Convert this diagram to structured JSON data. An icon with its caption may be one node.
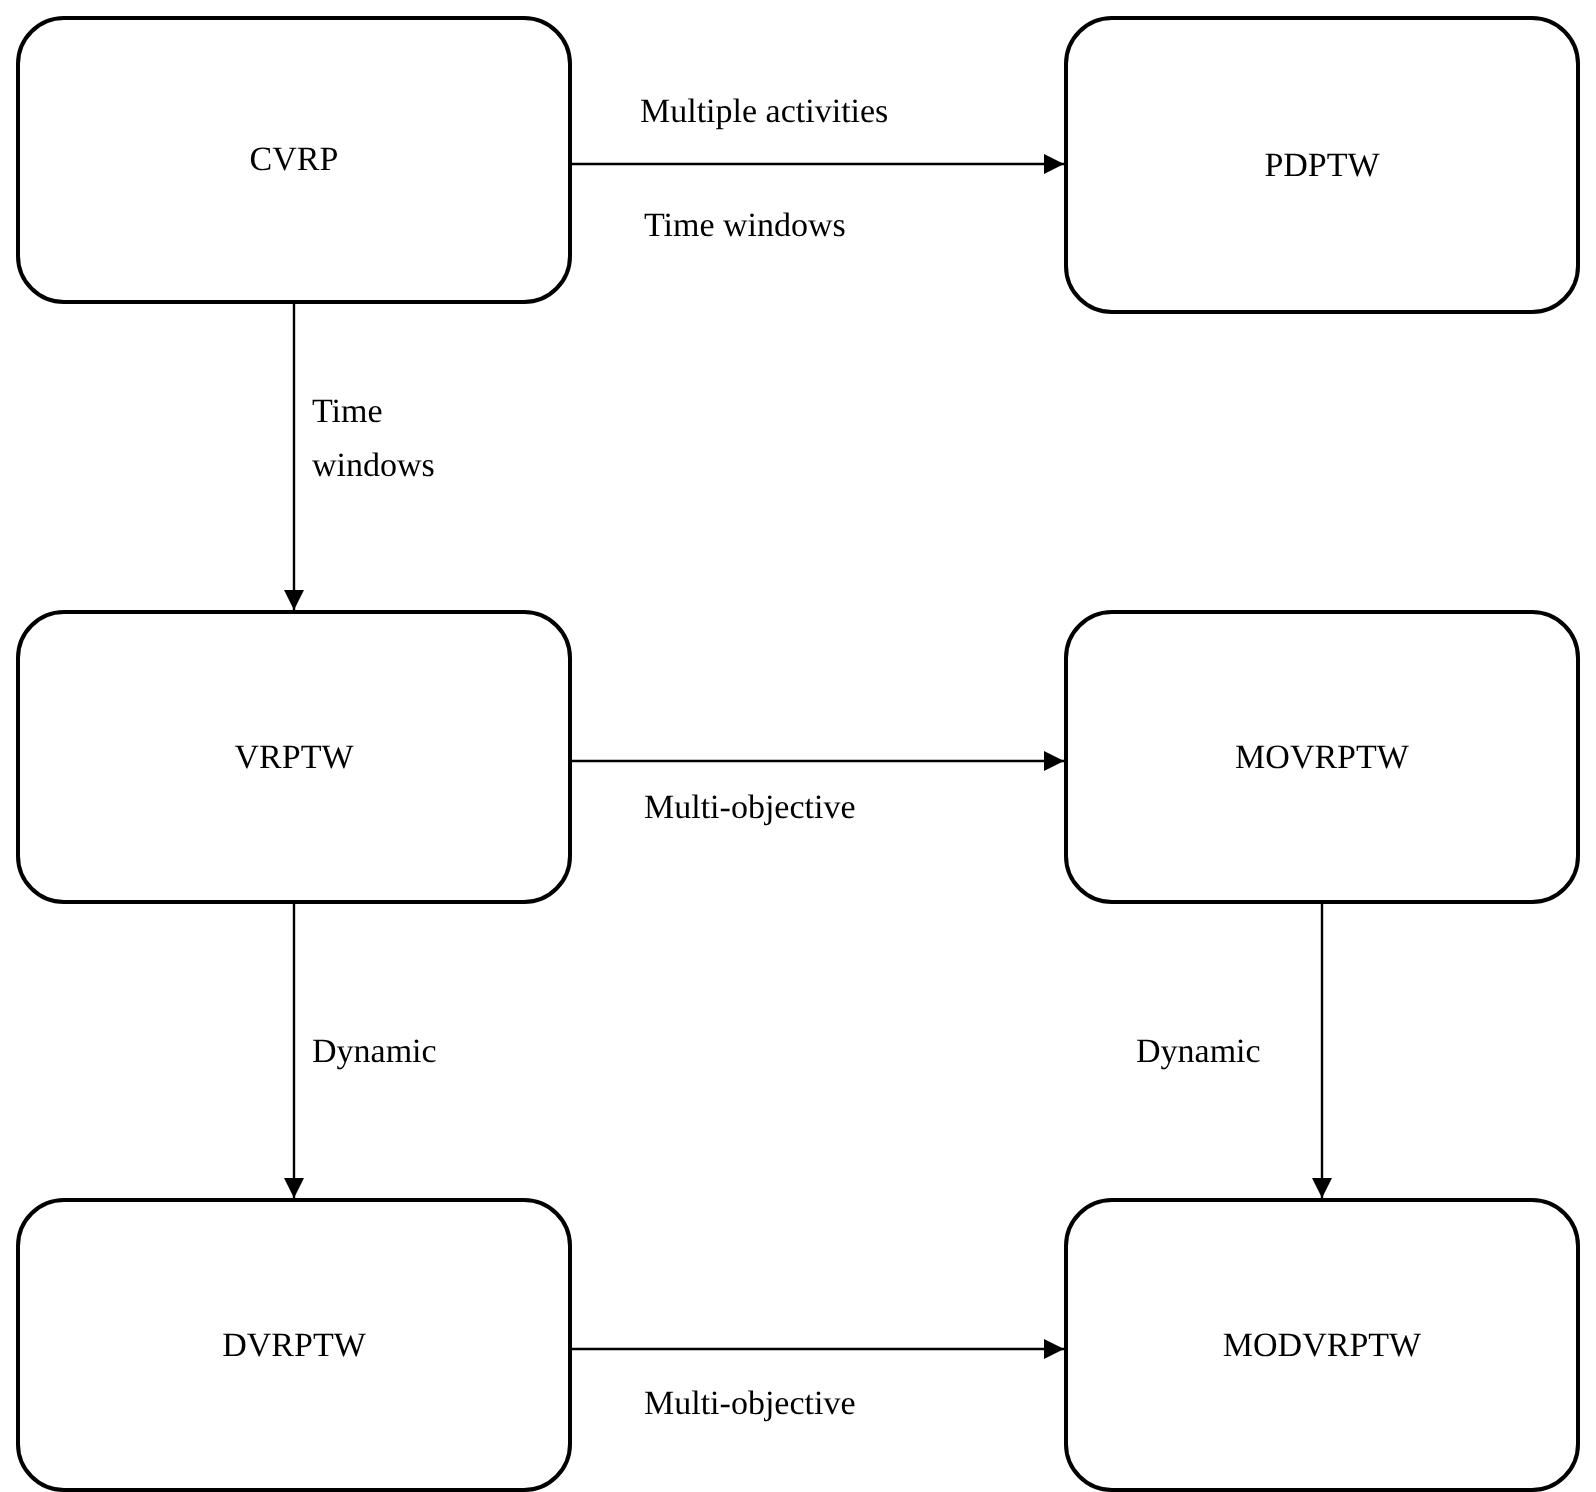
{
  "diagram": {
    "nodes": [
      {
        "text": [
          "CVRP"
        ]
      },
      {
        "text": [
          "PDPTW"
        ]
      },
      {
        "text": [
          "VRPTW"
        ]
      },
      {
        "text": [
          "MOVRPTW"
        ]
      },
      {
        "text": [
          "DVRPTW"
        ]
      },
      {
        "text": [
          "MODVRPTW"
        ]
      }
    ],
    "edges": [
      {
        "from": 0,
        "to": 1,
        "arrow": "to",
        "label": "Multiple activities"
      },
      {
        "from": 0,
        "to": 2,
        "arrow": "to",
        "label": "Time windows"
      },
      {
        "from": 2,
        "to": 3,
        "arrow": "to",
        "label": "Multi-objective"
      },
      {
        "from": 2,
        "to": 4,
        "arrow": "to",
        "label": "Dynamic"
      },
      {
        "from": 3,
        "to": 5,
        "arrow": "to",
        "label": "Dynamic"
      },
      {
        "from": 4,
        "to": 5,
        "arrow": "to",
        "label": "Multi-objective"
      }
    ],
    "labels": [
      "Time windows"
    ]
  }
}
